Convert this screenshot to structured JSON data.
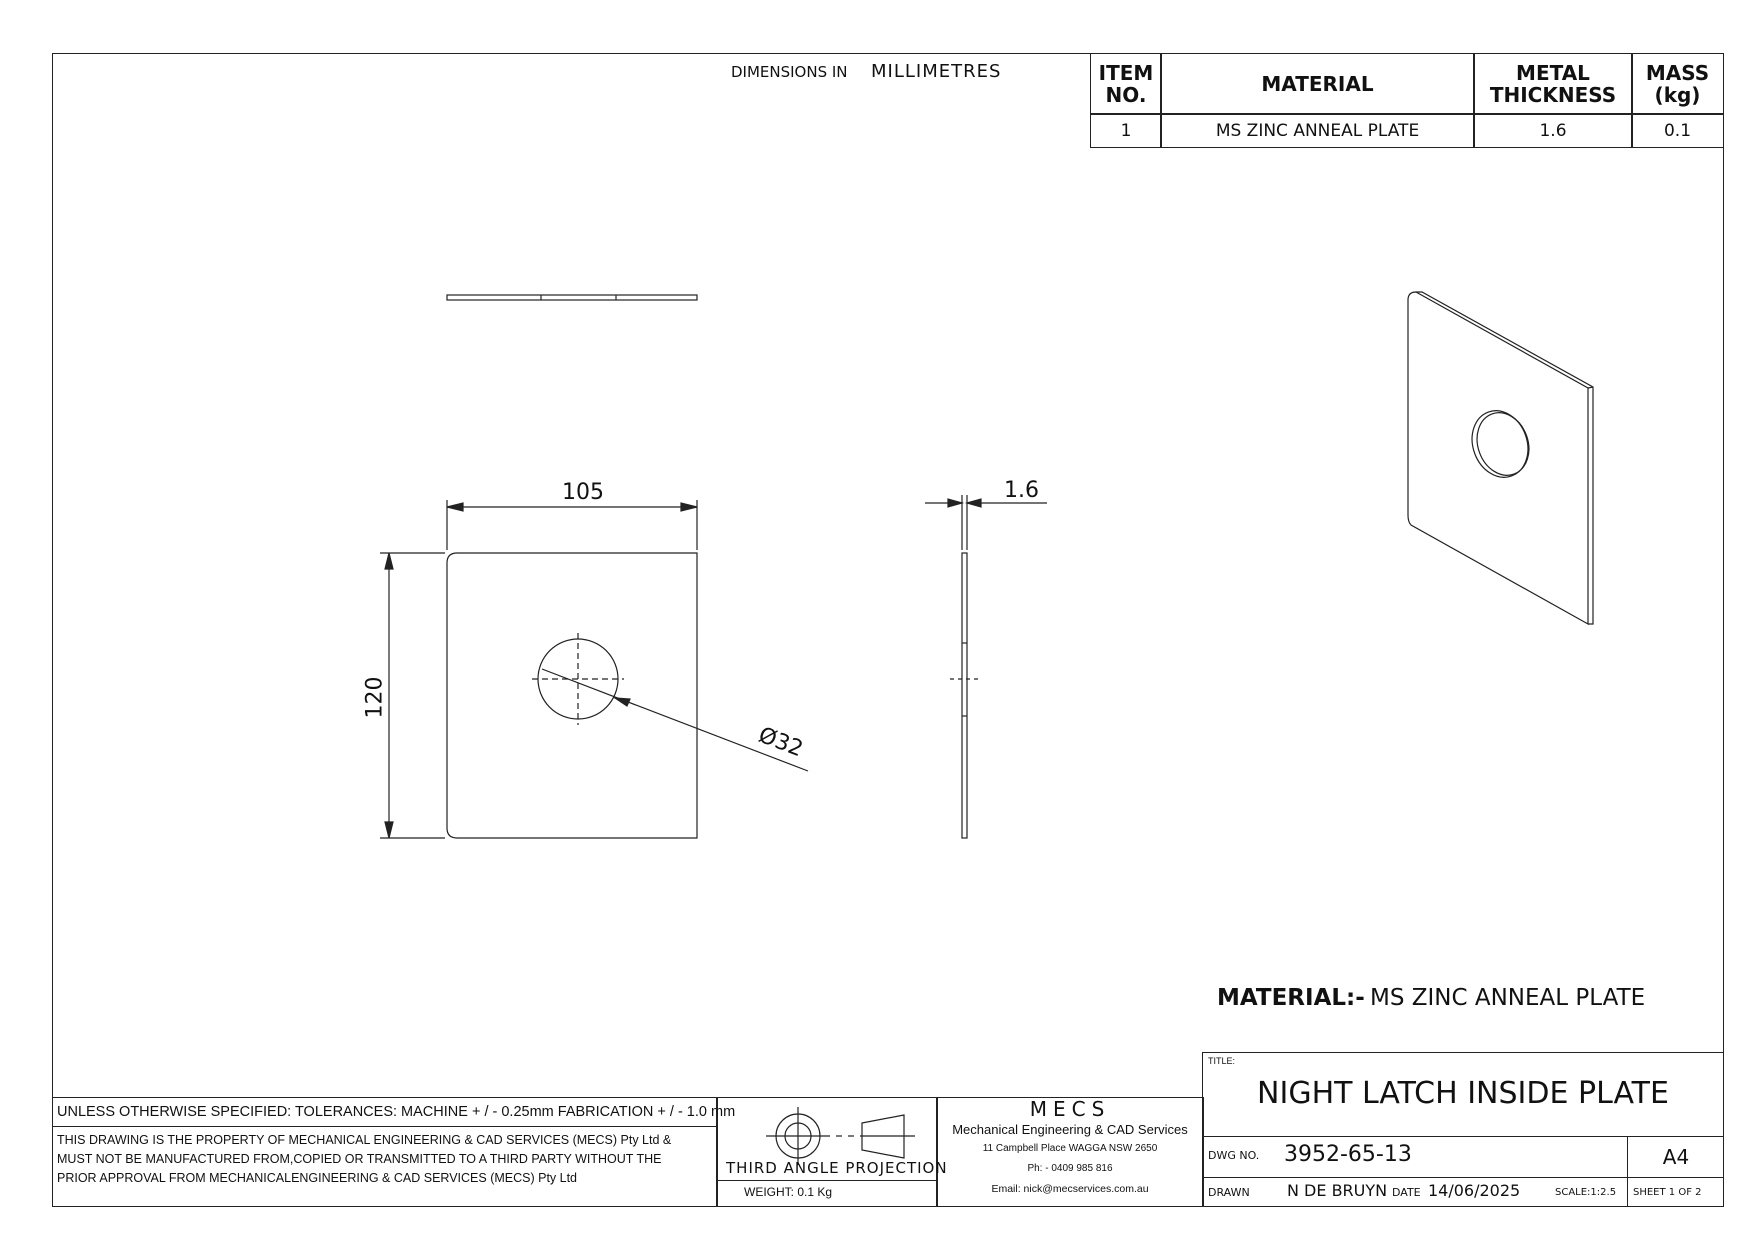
{
  "header": {
    "dimensions_label": "DIMENSIONS IN",
    "dimensions_unit": "MILLIMETRES"
  },
  "bom": {
    "headers": [
      "ITEM NO.",
      "MATERIAL",
      "METAL THICKNESS",
      "MASS (kg)"
    ],
    "header_lines": [
      [
        "ITEM",
        "NO."
      ],
      [
        "MATERIAL"
      ],
      [
        "METAL",
        "THICKNESS"
      ],
      [
        "MASS",
        "(kg)"
      ]
    ],
    "rows": [
      {
        "item": "1",
        "material": "MS ZINC ANNEAL PLATE",
        "thickness": "1.6",
        "mass": "0.1"
      }
    ]
  },
  "dimensions": {
    "width": "105",
    "height": "120",
    "hole": "Ø32",
    "thickness": "1.6"
  },
  "material_note": {
    "label": "MATERIAL:-",
    "value": "MS ZINC ANNEAL PLATE"
  },
  "notes": {
    "tolerances": "UNLESS OTHERWISE SPECIFIED: TOLERANCES: MACHINE + / - 0.25mm  FABRICATION + / - 1.0 mm",
    "property_lines": [
      "THIS DRAWING IS THE PROPERTY OF MECHANICAL ENGINEERING & CAD SERVICES (MECS) Pty Ltd &",
      "MUST NOT BE MANUFACTURED FROM,COPIED OR TRANSMITTED TO A THIRD PARTY WITHOUT THE",
      "PRIOR APPROVAL FROM MECHANICALENGINEERING & CAD SERVICES (MECS) Pty Ltd"
    ]
  },
  "projection": {
    "label": "THIRD ANGLE PROJECTION",
    "weight": "WEIGHT:  0.1 Kg"
  },
  "company": {
    "logo": "MECS",
    "name": "Mechanical Engineering & CAD Services",
    "address": "11 Campbell Place WAGGA NSW 2650",
    "phone": "Ph: - 0409 985 816",
    "email": "Email: nick@mecservices.com.au"
  },
  "title_block": {
    "title_label": "TITLE:",
    "title": "NIGHT LATCH INSIDE PLATE",
    "dwg_no_label": "DWG NO.",
    "dwg_no": "3952-65-13",
    "size": "A4",
    "drawn_label": "DRAWN",
    "drawn_by": "N DE BRUYN",
    "date_label": "DATE",
    "date": "14/06/2025",
    "scale": "SCALE:1:2.5",
    "sheet": "SHEET 1 OF 2"
  }
}
